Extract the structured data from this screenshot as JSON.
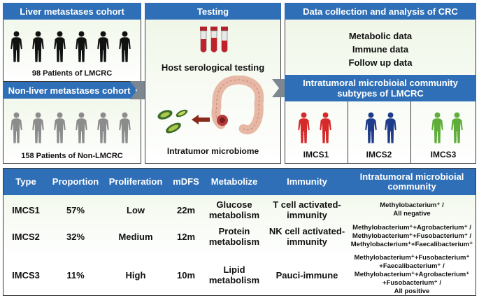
{
  "left_panel": {
    "liver_title": "Liver metastases cohort",
    "liver_count": "98 Patients of LMCRC",
    "nonliver_title": "Non-liver metastases cohort",
    "nonliver_count": "158 Patients of Non-LMCRC"
  },
  "middle_panel": {
    "title": "Testing",
    "serology": "Host serological testing",
    "microbiome": "Intratumor microbiome"
  },
  "right_panel": {
    "title": "Data collection and analysis of CRC",
    "items": [
      "Metabolic data",
      "Immune data",
      "Follow up data"
    ],
    "subtypes_title": "Intratumoral microbioial community subtypes of LMCRC",
    "subtypes": [
      "IMCS1",
      "IMCS2",
      "IMCS3"
    ]
  },
  "colors": {
    "blue": "#2f6fb7",
    "black_figure": "#111111",
    "gray_figure": "#8c8c8c",
    "imcs1": "#d62a2a",
    "imcs2": "#1f3c8a",
    "imcs3": "#5fae3a"
  },
  "table": {
    "headers": [
      "Type",
      "Proportion",
      "Proliferation",
      "mDFS",
      "Metabolize",
      "Immunity",
      "Intratumoral microbioial community"
    ],
    "rows": [
      {
        "type": "IMCS1",
        "proportion": "57%",
        "proliferation": "Low",
        "mdfs": "22m",
        "metabolize": [
          "Glucose",
          "metabolism"
        ],
        "immunity": [
          "T cell activated-",
          "immunity"
        ],
        "community": [
          "Methylobacterium⁺ /",
          "All negative"
        ]
      },
      {
        "type": "IMCS2",
        "proportion": "32%",
        "proliferation": "Medium",
        "mdfs": "12m",
        "metabolize": [
          "Protein",
          "metabolism"
        ],
        "immunity": [
          "NK cell activated-",
          "immunity"
        ],
        "community": [
          "Methylobacterium⁺+Agrobacterium⁺ /",
          "Methylobacterium⁺+Fusobacterium⁺ /",
          "Methylobacterium⁺+Faecalibacterium⁺"
        ]
      },
      {
        "type": "IMCS3",
        "proportion": "11%",
        "proliferation": "High",
        "mdfs": "10m",
        "metabolize": [
          "Lipid",
          "metabolism"
        ],
        "immunity": [
          "Pauci-immune"
        ],
        "community": [
          "Methylobacterium⁺+Fusobacterium⁺",
          "+Faecalibacterium⁺ /",
          "Methylobacterium⁺+Agrobacterium⁺",
          "+Fusobacterium⁺ /",
          "All positive"
        ]
      }
    ]
  }
}
